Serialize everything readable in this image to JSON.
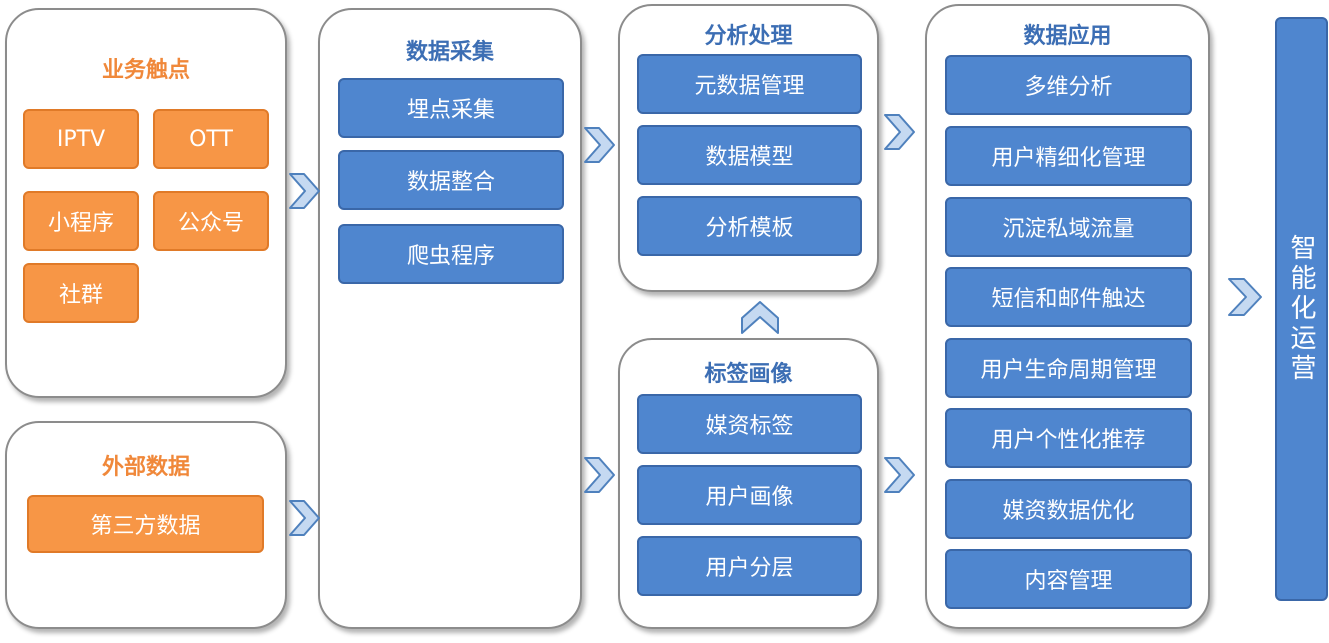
{
  "touchpoints": {
    "title": "业务触点",
    "items": [
      "IPTV",
      "OTT",
      "小程序",
      "公众号",
      "社群"
    ]
  },
  "external": {
    "title": "外部数据",
    "items": [
      "第三方数据"
    ]
  },
  "collection": {
    "title": "数据采集",
    "items": [
      "埋点采集",
      "数据整合",
      "爬虫程序"
    ]
  },
  "analysis": {
    "title": "分析处理",
    "items": [
      "元数据管理",
      "数据模型",
      "分析模板"
    ]
  },
  "tags": {
    "title": "标签画像",
    "items": [
      "媒资标签",
      "用户画像",
      "用户分层"
    ]
  },
  "application": {
    "title": "数据应用",
    "items": [
      "多维分析",
      "用户精细化管理",
      "沉淀私域流量",
      "短信和邮件触达",
      "用户生命周期管理",
      "用户个性化推荐",
      "媒资数据优化",
      "内容管理"
    ]
  },
  "operations": {
    "label": "智能化运营"
  },
  "colors": {
    "orange_fill": "#f79646",
    "orange_text": "#f0883a",
    "blue_fill": "#4f86cf",
    "blue_text": "#3c6eb4",
    "arrow_fill": "#c5d9f1",
    "arrow_stroke": "#4f81bd"
  }
}
